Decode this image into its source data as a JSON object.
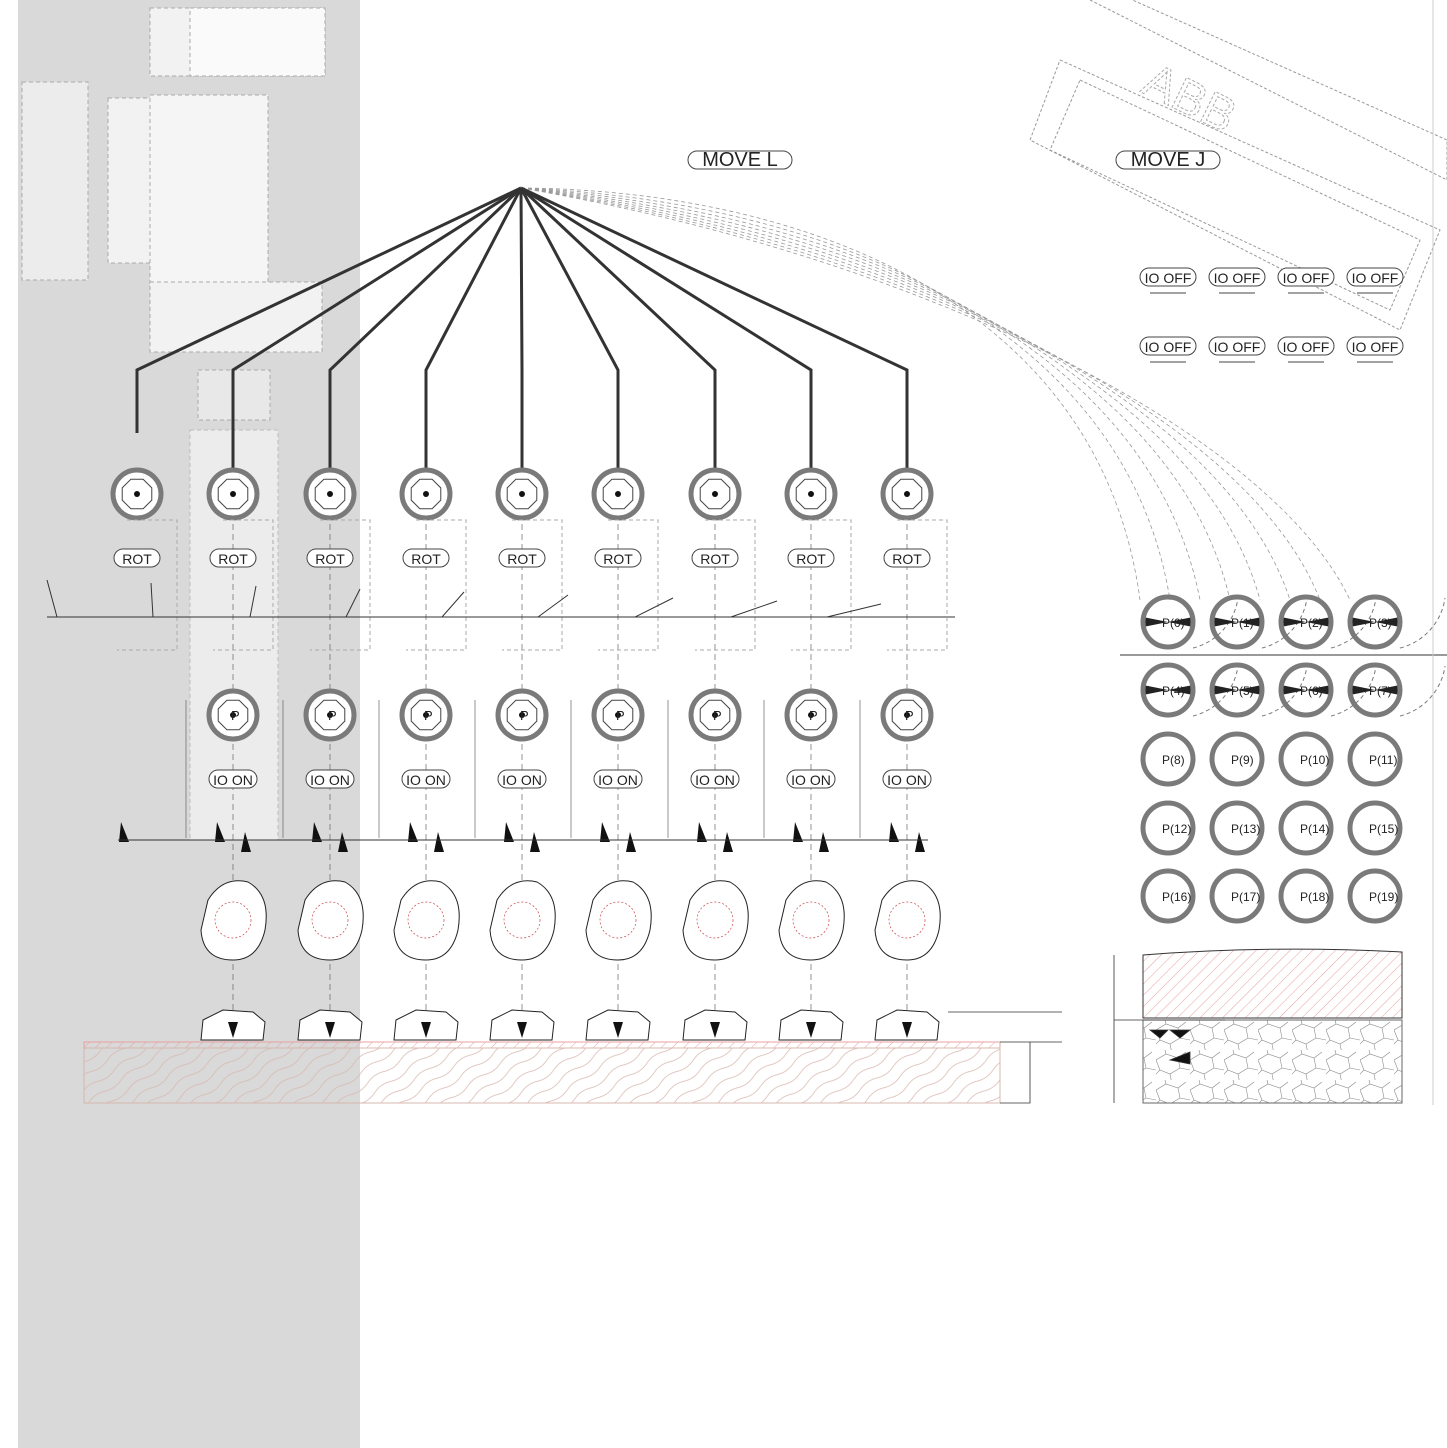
{
  "commands": {
    "move_l": "MOVE L",
    "move_j": "MOVE J"
  },
  "rot_label": "ROT",
  "io_on_label": "IO ON",
  "io_off_label": "IO OFF",
  "logo_text": "ABB",
  "rot_count": 9,
  "io_on_count": 8,
  "io_off_count": 8,
  "point_labels": [
    "P(0)",
    "P(1)",
    "P(2)",
    "P(3)",
    "P(4)",
    "P(5)",
    "P(6)",
    "P(7)",
    "P(8)",
    "P(9)",
    "P(10)",
    "P(11)",
    "P(12)",
    "P(13)",
    "P(14)",
    "P(15)",
    "P(16)",
    "P(17)",
    "P(18)",
    "P(19)"
  ],
  "colors": {
    "band": "#d9d9d9",
    "strip": "#ebebeb",
    "wire": "#333333",
    "ring": "#7a7a7a",
    "hatch": "#e8a0a0",
    "dash": "#999999"
  }
}
